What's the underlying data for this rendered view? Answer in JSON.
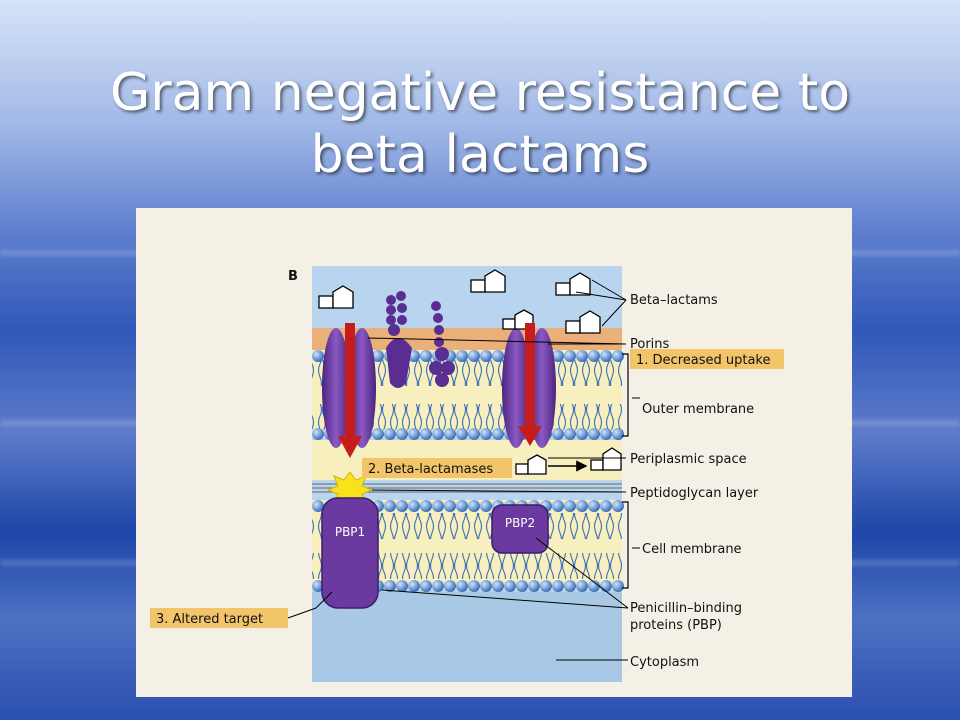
{
  "slide": {
    "title_line1": "Gram negative resistance to",
    "title_line2": "beta lactams"
  },
  "figure": {
    "panel_letter": "B",
    "labels": {
      "beta_lactams": "Beta–lactams",
      "porins": "Porins",
      "decreased_uptake": "1. Decreased uptake",
      "outer_membrane": "Outer membrane",
      "periplasmic_space": "Periplasmic space",
      "beta_lactamases": "2. Beta-lactamases",
      "peptidoglycan_layer": "Peptidoglycan layer",
      "cell_membrane": "Cell membrane",
      "altered_target": "3. Altered target",
      "pbp_line1": "Penicillin–binding",
      "pbp_line2": "proteins (PBP)",
      "cytoplasm": "Cytoplasm",
      "pbp1": "PBP1",
      "pbp2": "PBP2"
    },
    "colors": {
      "highlight_box": "#f2c56b",
      "protein": "#6a3aa0",
      "arrow": "#c61c1c",
      "bilayer_head": "#3a78c8",
      "periplasm": "#f7efbd",
      "cytoplasm": "#a9c8e6",
      "exterior": "#b9d4ee"
    }
  }
}
